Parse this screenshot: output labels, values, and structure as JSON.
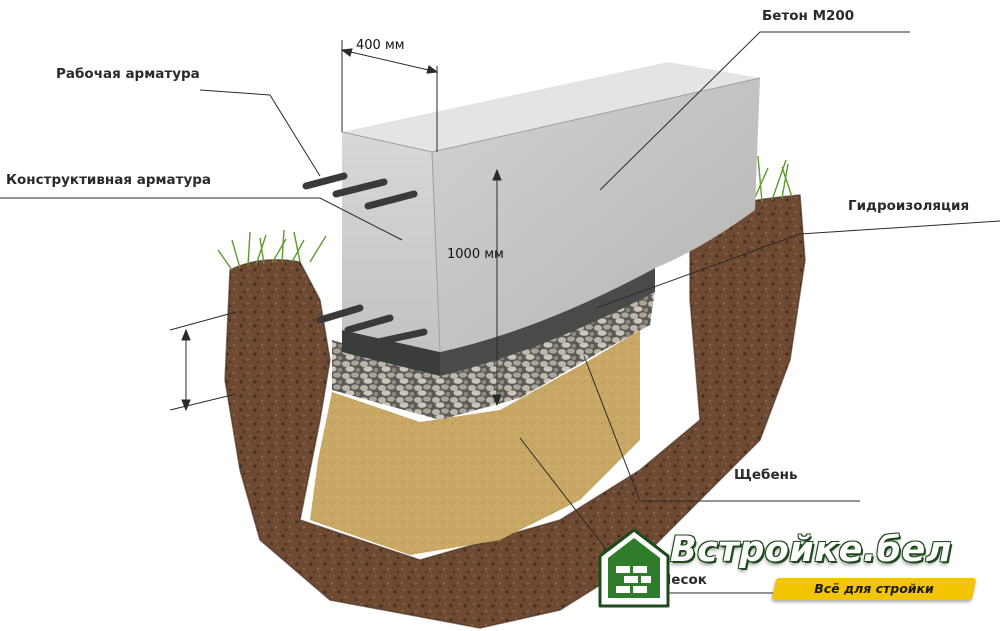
{
  "labels": {
    "working_rebar": "Рабочая арматура",
    "structural_rebar": "Конструктивная арматура",
    "concrete": "Бетон М200",
    "waterproofing": "Гидроизоляция",
    "gravel": "Щебень",
    "sand": "Песок"
  },
  "dimensions": {
    "width": "400 мм",
    "height": "1000 мм"
  },
  "logo": {
    "brand": "Встройке.бел",
    "slogan": "Всё для стройки",
    "colors": {
      "green": "#2f7d2b",
      "yellow": "#f3c400"
    }
  }
}
